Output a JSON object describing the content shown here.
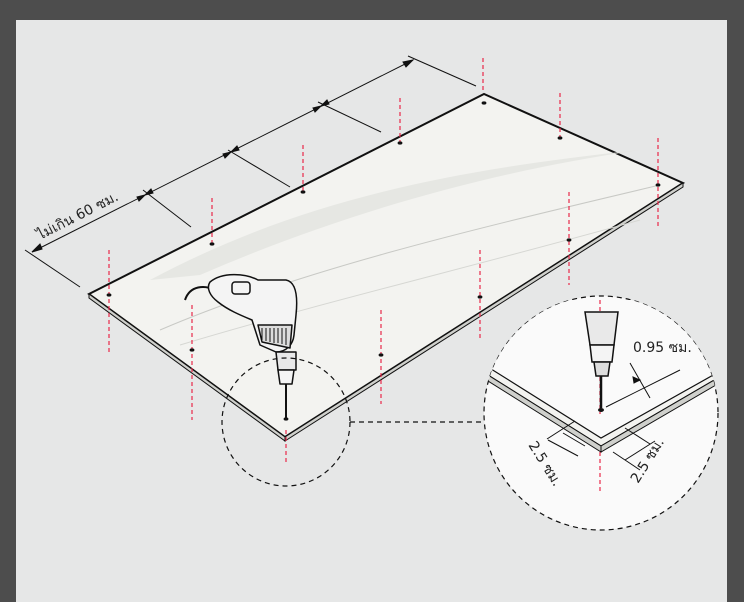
{
  "diagram": {
    "max_spacing_label": "ไม่เกิน 60 ซม.",
    "hole_diameter_label": "0.95 ซม.",
    "edge_offset_left_label": "2.5 ซม.",
    "edge_offset_right_label": "2.5 ซม."
  },
  "colors": {
    "frame": "#4d4d4d",
    "background": "#e6e7e7",
    "panel_fill": "#f3f3f0",
    "guide_line": "#e8294a",
    "outline": "#111111"
  },
  "icons": [
    "power-drill-icon",
    "drill-bit-icon"
  ]
}
